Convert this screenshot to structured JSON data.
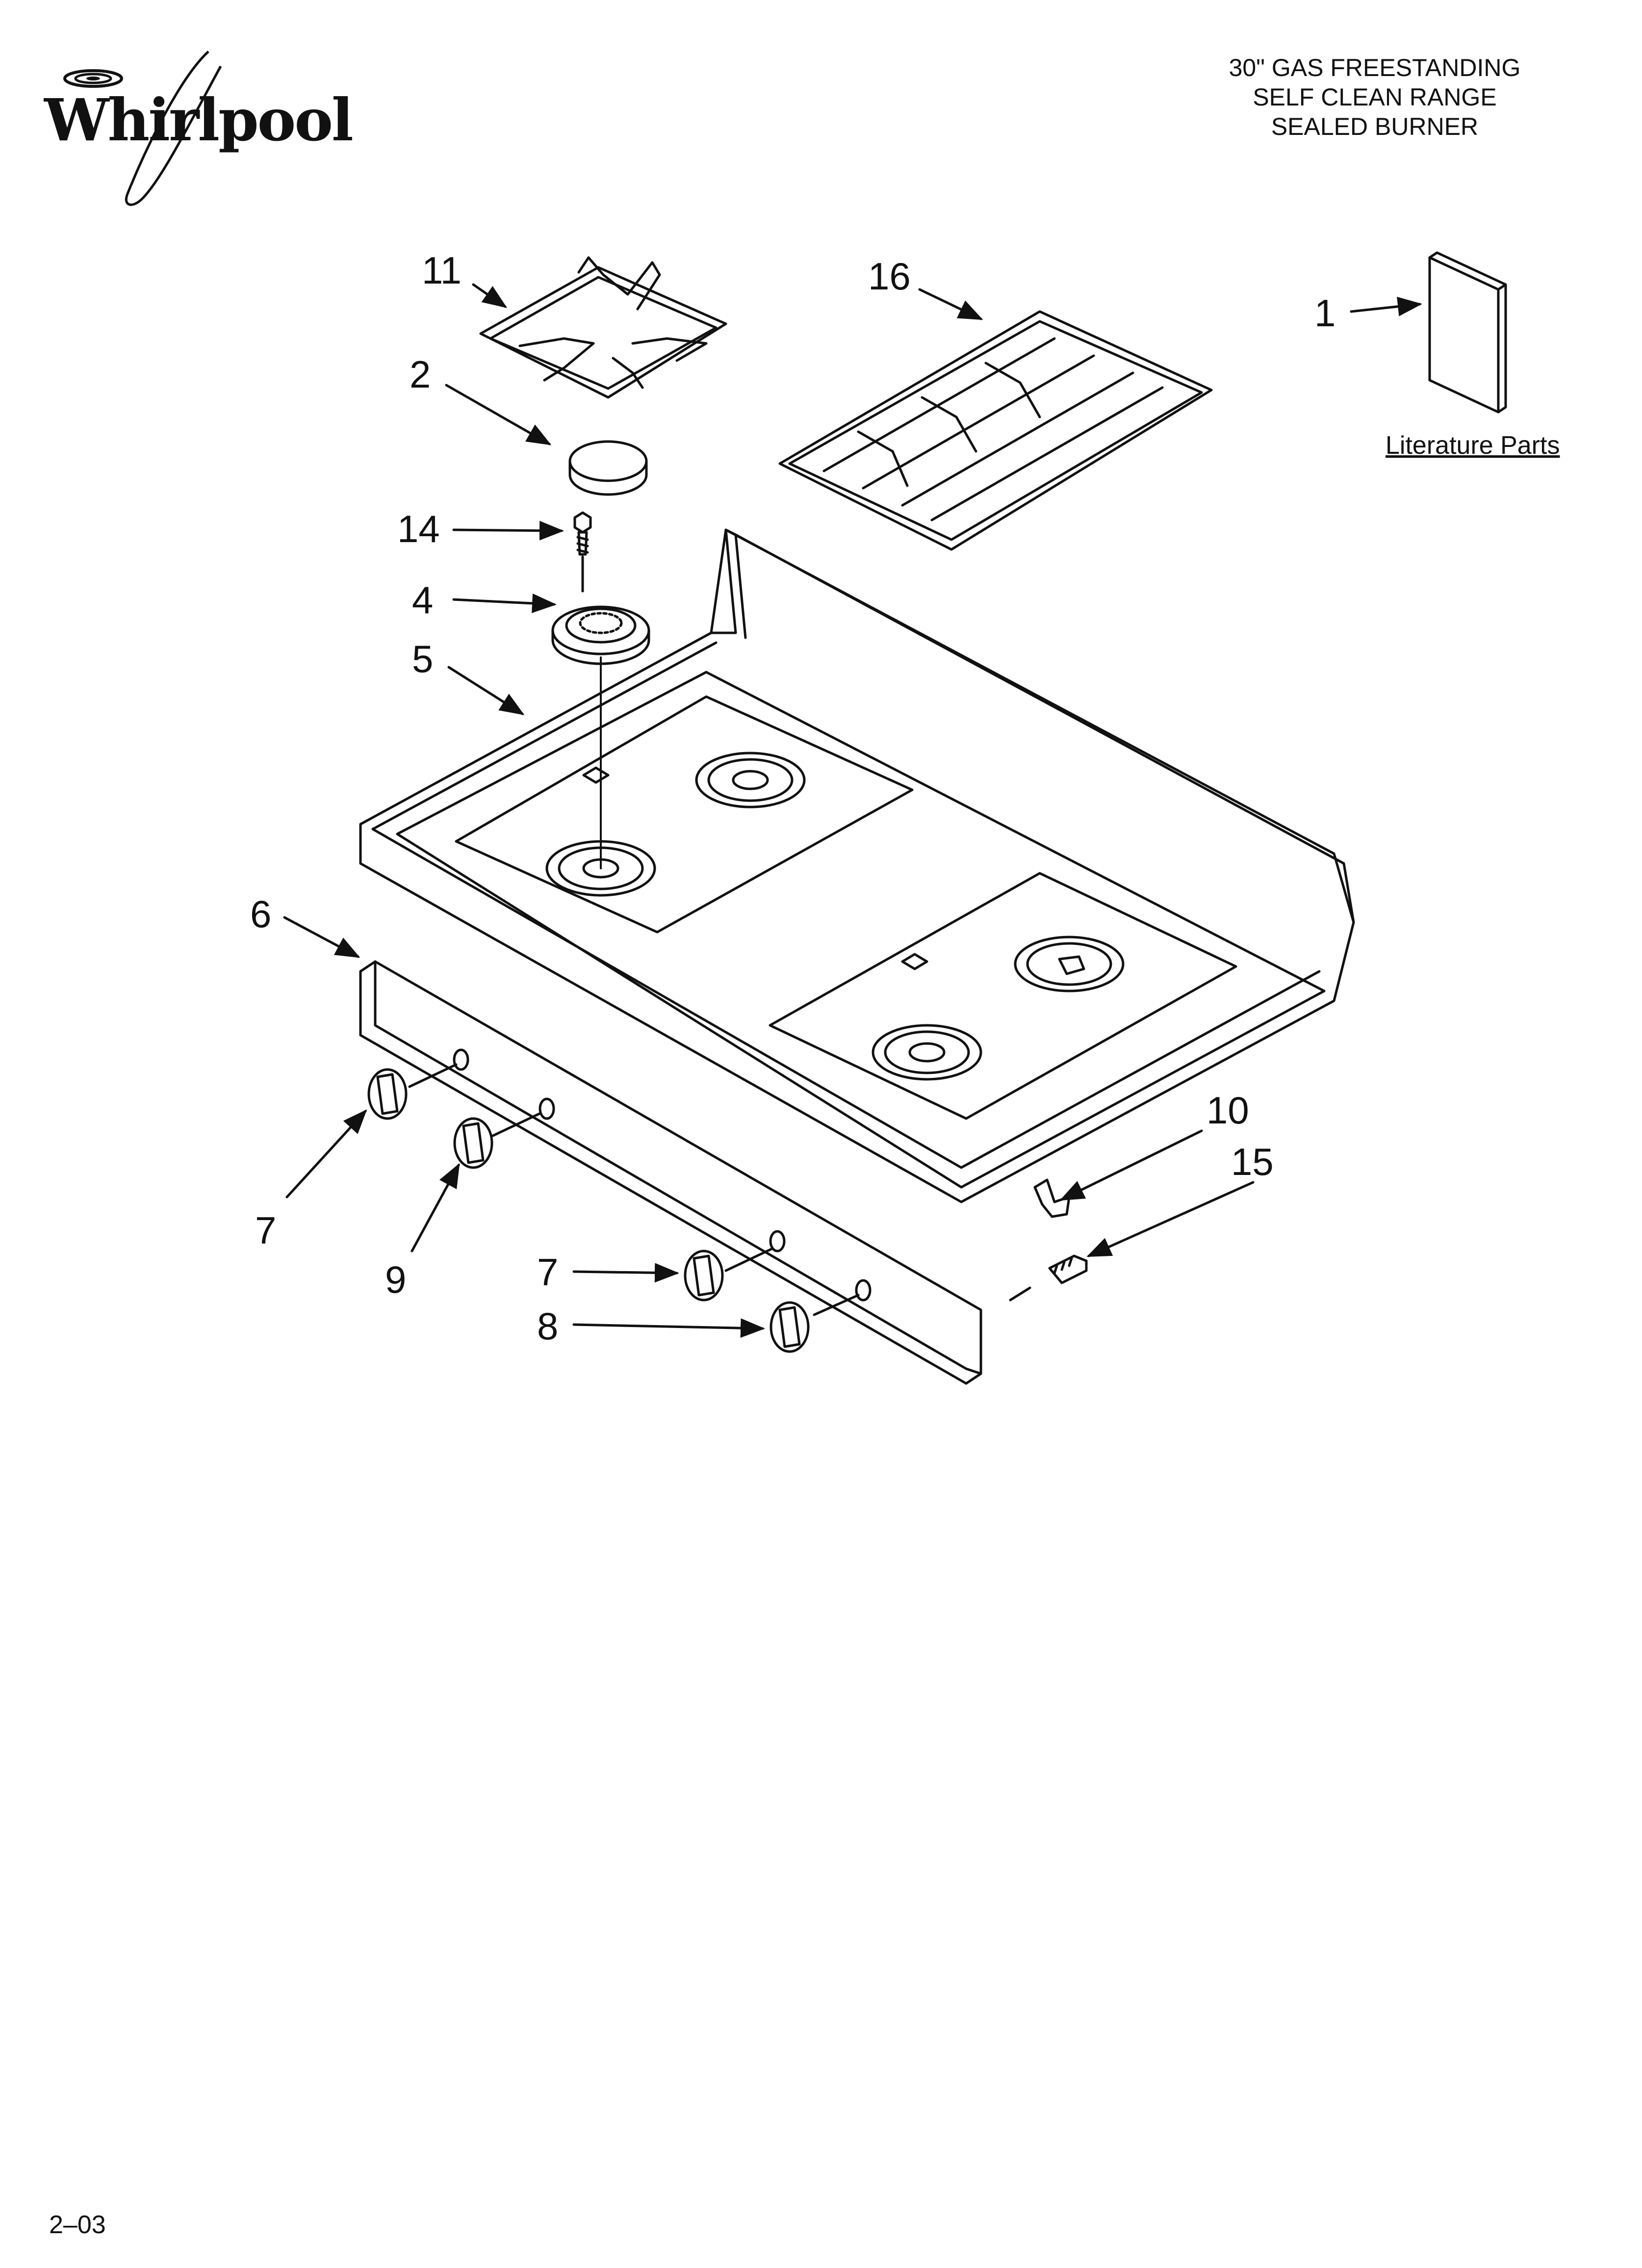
{
  "header": {
    "brand": "Whirlpool",
    "title_lines": [
      "30\" GAS FREESTANDING",
      "SELF CLEAN RANGE",
      "SEALED BURNER"
    ]
  },
  "callouts": {
    "grate_left": "11",
    "burner_cap": "2",
    "screw_top": "14",
    "burner_base": "4",
    "cooktop": "5",
    "grate_right": "16",
    "literature": "1",
    "literature_label": "Literature Parts",
    "control_panel": "6",
    "knob_a": "7",
    "knob_b": "9",
    "knob_c": "7",
    "knob_d": "8",
    "clip": "10",
    "screw_bottom": "15"
  },
  "footer": {
    "code": "2–03"
  }
}
